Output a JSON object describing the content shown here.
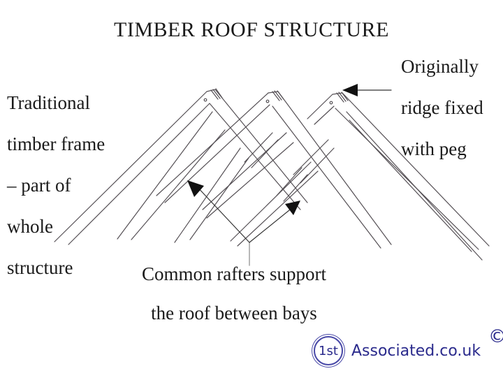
{
  "title": "TIMBER ROOF STRUCTURE",
  "labels": {
    "left": [
      "Traditional",
      "timber frame",
      "– part of",
      "whole",
      "structure"
    ],
    "right": [
      "Originally",
      "ridge fixed",
      "with peg"
    ],
    "bottom": [
      "Common rafters support",
      "the roof between bays"
    ]
  },
  "logo": {
    "badge": "1st",
    "name": "Associated.co.uk",
    "copyright": "©"
  },
  "colors": {
    "line": "#555055",
    "text": "#1a1a1a",
    "brand": "#2a2a8c"
  }
}
